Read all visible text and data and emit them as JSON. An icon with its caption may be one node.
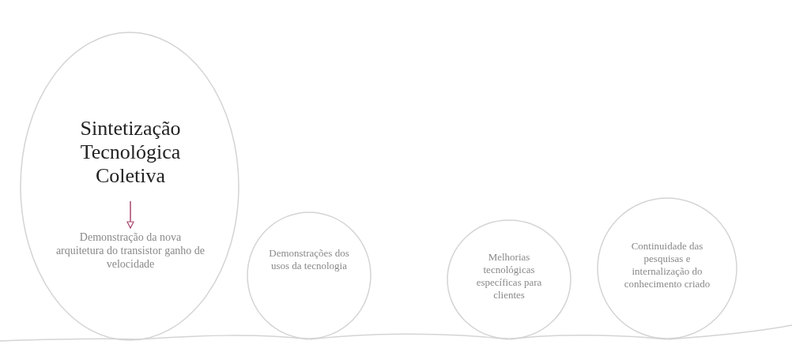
{
  "diagram": {
    "nodes": [
      {
        "text": [],
        "shape": "circle"
      },
      {
        "text": [
          "Sintetização Tecnológica Coletiva"
        ],
        "in": 0
      },
      {
        "text": [
          "Demonstração da nova arquitetura do transistor ganho de velocidade"
        ],
        "in": 0
      },
      {
        "text": [
          "Demonstrações dos usos da tecnologia"
        ]
      },
      {
        "text": [
          "Melhorias tecnológicas específicas para clientes"
        ]
      },
      {
        "text": [
          "Continuidade das pesquisas e internalização do conhecimento criado"
        ]
      }
    ],
    "edges": [
      {
        "from": 1,
        "to": 2,
        "arrow": "to",
        "color": "#a8466e"
      },
      {
        "from": 0,
        "to": 3,
        "arrow": "none"
      },
      {
        "from": 3,
        "to": 4,
        "arrow": "none"
      },
      {
        "from": 4,
        "to": 5,
        "arrow": "none"
      }
    ]
  }
}
